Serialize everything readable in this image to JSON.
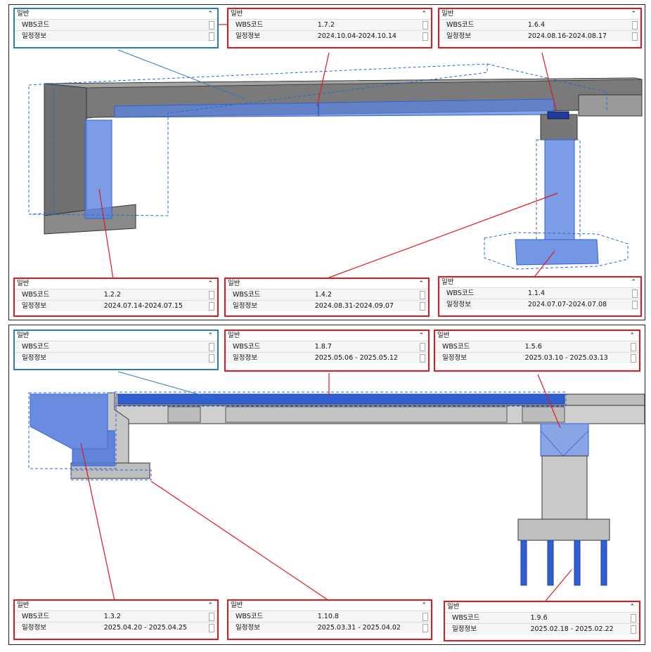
{
  "panels": {
    "top": {
      "boxes": [
        {
          "id": "t1",
          "header": "일반",
          "collapse_icon": "double-chevron-up-icon",
          "wbs_label": "WBS코드",
          "wbs": "",
          "schedule_label": "일정정보",
          "schedule": "",
          "border": "#2a7bbd"
        },
        {
          "id": "t2",
          "header": "일반",
          "collapse_icon": "double-chevron-up-icon",
          "wbs_label": "WBS코드",
          "wbs": "1.7.2",
          "schedule_label": "일정정보",
          "schedule": "2024.10.04-2024.10.14",
          "border": "#e0191f"
        },
        {
          "id": "t3",
          "header": "일반",
          "collapse_icon": "double-chevron-up-icon",
          "wbs_label": "WBS코드",
          "wbs": "1.6.4",
          "schedule_label": "일정정보",
          "schedule": "2024.08.16-2024.08.17",
          "border": "#e0191f"
        },
        {
          "id": "t4",
          "header": "일반",
          "collapse_icon": "double-chevron-up-icon",
          "wbs_label": "WBS코드",
          "wbs": "1.2.2",
          "schedule_label": "일정정보",
          "schedule": "2024.07.14-2024.07.15",
          "border": "#e0191f"
        },
        {
          "id": "t5",
          "header": "일반",
          "collapse_icon": "double-chevron-up-icon",
          "wbs_label": "WBS코드",
          "wbs": "1.4.2",
          "schedule_label": "일정정보",
          "schedule": "2024.08.31-2024.09.07",
          "border": "#e0191f"
        },
        {
          "id": "t6",
          "header": "일반",
          "collapse_icon": "double-chevron-up-icon",
          "wbs_label": "WBS코드",
          "wbs": "1.1.4",
          "schedule_label": "일정정보",
          "schedule": "2024.07.07-2024.07.08",
          "border": "#e0191f"
        }
      ]
    },
    "bottom": {
      "boxes": [
        {
          "id": "b1",
          "header": "일반",
          "collapse_icon": "double-chevron-up-icon",
          "wbs_label": "WBS코드",
          "wbs": "",
          "schedule_label": "일정정보",
          "schedule": "",
          "border": "#2a7bbd"
        },
        {
          "id": "b2",
          "header": "일반",
          "collapse_icon": "double-chevron-up-icon",
          "wbs_label": "WBS코드",
          "wbs": "1.8.7",
          "schedule_label": "일정정보",
          "schedule": "2025.05.06 - 2025.05.12",
          "border": "#e0191f"
        },
        {
          "id": "b3",
          "header": "일반",
          "collapse_icon": "double-chevron-up-icon",
          "wbs_label": "WBS코드",
          "wbs": "1.5.6",
          "schedule_label": "일정정보",
          "schedule": "2025.03.10 - 2025.03.13",
          "border": "#e0191f"
        },
        {
          "id": "b4",
          "header": "일반",
          "collapse_icon": "double-chevron-up-icon",
          "wbs_label": "WBS코드",
          "wbs": "1.3.2",
          "schedule_label": "일정정보",
          "schedule": "2025.04.20 - 2025.04.25",
          "border": "#e0191f"
        },
        {
          "id": "b5",
          "header": "일반",
          "collapse_icon": "double-chevron-up-icon",
          "wbs_label": "WBS코드",
          "wbs": "1.10.8",
          "schedule_label": "일정정보",
          "schedule": "2025.03.31 - 2025.04.02",
          "border": "#e0191f"
        },
        {
          "id": "b6",
          "header": "일반",
          "collapse_icon": "double-chevron-up-icon",
          "wbs_label": "WBS코드",
          "wbs": "1.9.6",
          "schedule_label": "일정정보",
          "schedule": "2025.02.18 - 2025.02.22",
          "border": "#e0191f"
        }
      ]
    }
  },
  "colors": {
    "highlight_fill": "#3b6fd6",
    "selection_dash": "#2f62d8",
    "concrete": "#9c9c9c",
    "concrete_dark": "#6d6d6d",
    "callout_red": "#e0191f",
    "callout_blue": "#2a7bbd"
  }
}
